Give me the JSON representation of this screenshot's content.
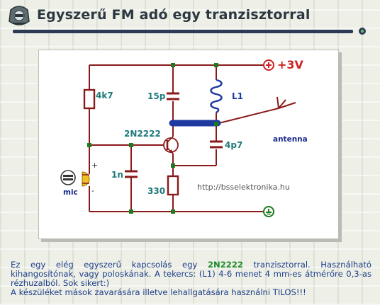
{
  "page": {
    "title": "Egyszerű FM adó egy tranzisztorral"
  },
  "schematic": {
    "supply_label": "+3V",
    "r1_label": "4k7",
    "c1_label": "15p",
    "l1_label": "L1",
    "transistor_label": "2N2222",
    "c2_label": "4p7",
    "c3_label": "1n",
    "r2_label": "330",
    "antenna_label": "antenna",
    "mic_label": "mic",
    "mic_plus": "+",
    "mic_minus": "-",
    "watermark": "http://bsselektronika.hu"
  },
  "description": {
    "part1": "Ez egy elég egyszerű kapcsolás egy ",
    "highlight": "2N2222",
    "part2": " tranzisztorral. Használható kihangosítónak, vagy poloskának. A tekercs: (L1) 4-6 menet 4 mm-es átmérőre 0,3-as rézhuzalból. Sok sikert:)",
    "warning": "A készüléket mások zavarására illetve lehallgatására használni TILOS!!!"
  },
  "colors": {
    "wire": "#8a1a1a",
    "node": "#1d7a1d",
    "component_label": "#1e7a7a",
    "supply": "#cc2222",
    "antenna_label": "#1a2a8a",
    "coil": "#1e3aa0",
    "header_text": "#2c3742",
    "body_text": "#1d3d8a",
    "highlight_text": "#1d8a2a"
  }
}
